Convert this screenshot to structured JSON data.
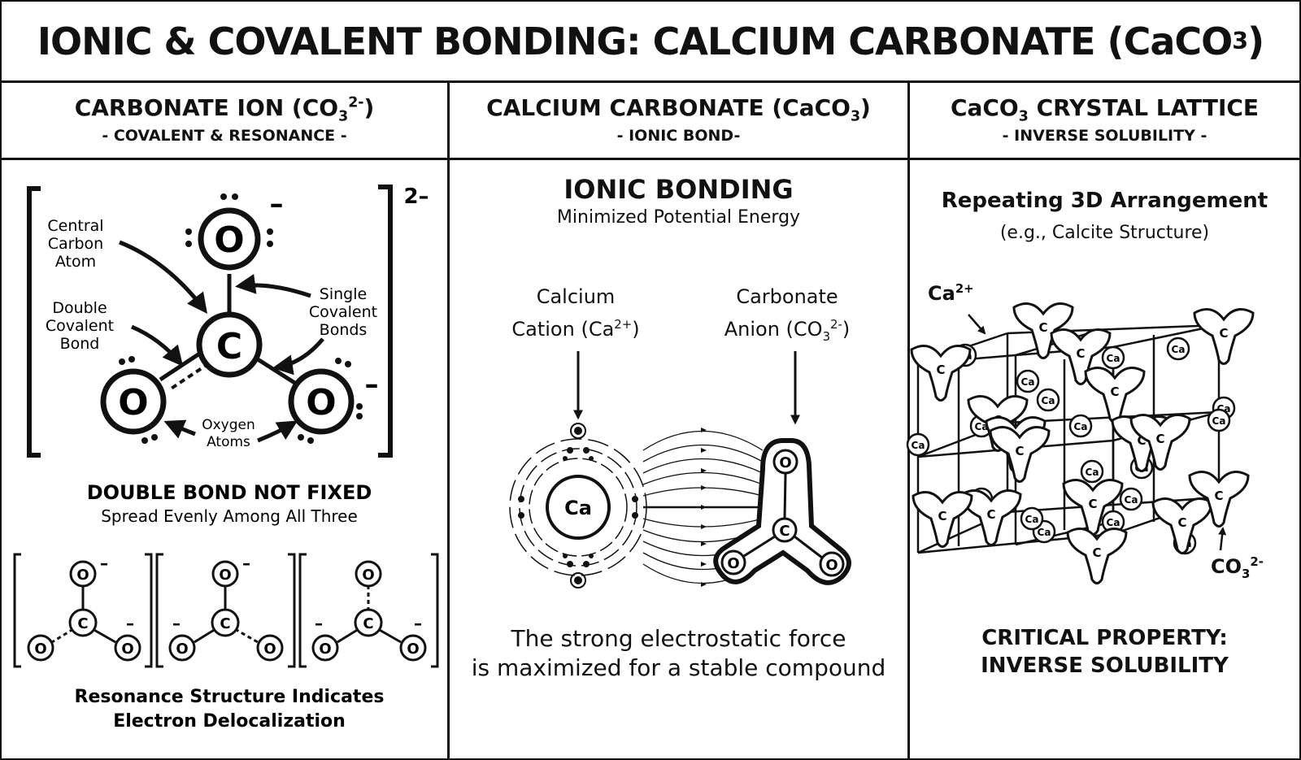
{
  "title": "IONIC & COVALENT BONDING: CALCIUM CARBONATE (CaCO",
  "title_sub": "3",
  "title_close": ")",
  "col1": {
    "heading": "CARBONATE ION (CO",
    "heading_sub": "3",
    "heading_sup": "2-",
    "heading_close": ")",
    "subheading": "- COVALENT & RESONANCE -",
    "charge": "2–",
    "labels": {
      "central_carbon": [
        "Central",
        "Carbon",
        "Atom"
      ],
      "double_bond": [
        "Double",
        "Covalent",
        "Bond"
      ],
      "single_bonds": [
        "Single",
        "Covalent",
        "Bonds"
      ],
      "oxygen_atoms": [
        "Oxygen",
        "Atoms"
      ]
    },
    "atom_o": "O",
    "atom_c": "C",
    "minus": "–",
    "not_fixed": "DOUBLE BOND NOT FIXED",
    "spread": "Spread Evenly Among All Three",
    "resonance_1": "Resonance Structure Indicates",
    "resonance_2": "Electron Delocalization"
  },
  "col2": {
    "heading": "CALCIUM CARBONATE (CaCO",
    "heading_sub": "3",
    "heading_close": ")",
    "subheading": "- IONIC BOND-",
    "section_title": "IONIC BONDING",
    "section_sub": "Minimized Potential Energy",
    "cation_1": "Calcium",
    "cation_2": "Cation (Ca",
    "cation_sup": "2+",
    "cation_close": ")",
    "anion_1": "Carbonate",
    "anion_2": "Anion (CO",
    "anion_sub": "3",
    "anion_sup": "2-",
    "anion_close": ")",
    "ca_label": "Ca",
    "o_label": "O",
    "c_label": "C",
    "force_1": "The strong electrostatic force",
    "force_2": "is maximized for a stable compound"
  },
  "col3": {
    "heading": "CaCO",
    "heading_sub": "3",
    "heading_rest": " CRYSTAL LATTICE",
    "subheading": "- INVERSE SOLUBILITY -",
    "section_title": "Repeating 3D Arrangement",
    "section_sub": "(e.g., Calcite Structure)",
    "ca_ion": "Ca",
    "ca_ion_sup": "2+",
    "co3_ion": "CO",
    "co3_ion_sub": "3",
    "co3_ion_sup": "2-",
    "node_ca": "Ca",
    "node_c": "C",
    "critical_1": "CRITICAL PROPERTY:",
    "critical_2": "INVERSE SOLUBILITY"
  }
}
